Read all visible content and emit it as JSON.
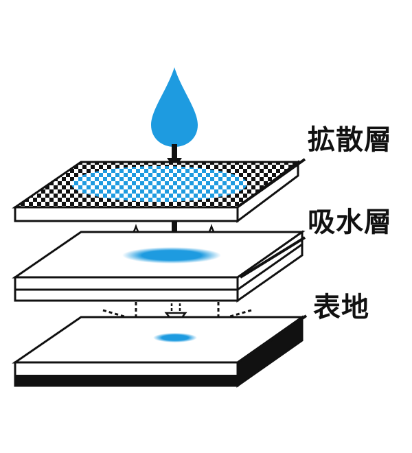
{
  "labels": {
    "diffusion_layer": "拡散層",
    "absorbent_layer": "吸水層",
    "surface_layer": "表地"
  },
  "colors": {
    "water": "#1e9be0",
    "ink": "#111111",
    "paper": "#ffffff"
  }
}
